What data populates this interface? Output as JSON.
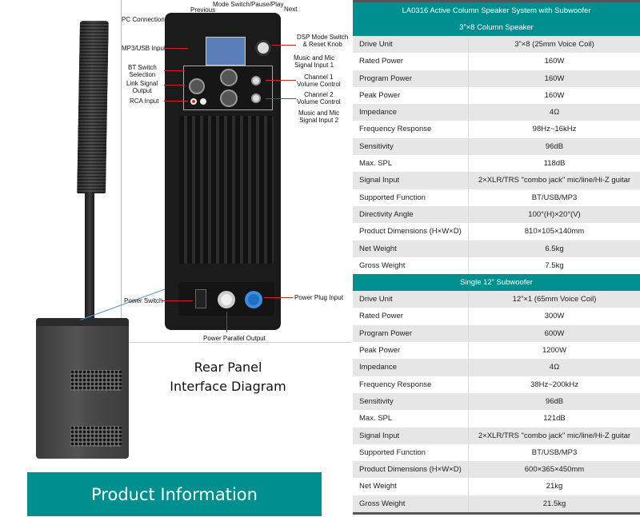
{
  "left": {
    "caption_line1": "Rear Panel",
    "caption_line2": "Interface Diagram",
    "banner": "Product Information",
    "callouts": {
      "pc_connection": "PC Connection",
      "previous": "Previous",
      "mode_switch": "Mode Switch/Pause/Play",
      "next": "Next",
      "mp3_usb": "MP3/USB Input",
      "dsp_line1": "DSP Mode Switch",
      "dsp_line2": "& Reset Knob",
      "bt_line1": "BT Switch",
      "bt_line2": "Selection",
      "music1_line1": "Music and Mic",
      "music1_line2": "Signal Input 1",
      "link_line1": "Link Signal",
      "link_line2": "Output",
      "ch1_line1": "Channel 1",
      "ch1_line2": "Volume Control",
      "rca": "RCA Input",
      "ch2_line1": "Channel 2",
      "ch2_line2": "Volume Control",
      "music2_line1": "Music and Mic",
      "music2_line2": "Signal Input 2",
      "power_switch": "Power Switch",
      "power_plug": "Power Plug Input",
      "power_parallel": "Power Parallel Output"
    }
  },
  "table": {
    "title": "LA0316  Active Column Speaker System with Subwoofer",
    "sections": [
      {
        "heading": "3”×8 Column Speaker",
        "rows": [
          {
            "k": "Drive Unit",
            "v": "3”×8 (25mm Voice Coil)"
          },
          {
            "k": "Rated Power",
            "v": "160W"
          },
          {
            "k": "Program Power",
            "v": "160W"
          },
          {
            "k": "Peak Power",
            "v": "160W"
          },
          {
            "k": "Impedance",
            "v": "4Ω"
          },
          {
            "k": "Frequency Response",
            "v": "98Hz~16kHz"
          },
          {
            "k": "Sensitivity",
            "v": "96dB"
          },
          {
            "k": "Max. SPL",
            "v": "118dB"
          },
          {
            "k": "Signal Input",
            "v": "2×XLR/TRS \"combo jack\" mic/line/Hi-Z guitar"
          },
          {
            "k": "Supported Function",
            "v": "BT/USB/MP3"
          },
          {
            "k": "Directivity Angle",
            "v": "100°(H)×20°(V)"
          },
          {
            "k": "Product Dimensions (H×W×D)",
            "v": "810×105×140mm"
          },
          {
            "k": "Net Weight",
            "v": "6.5kg"
          },
          {
            "k": "Gross Weight",
            "v": "7.5kg"
          }
        ]
      },
      {
        "heading": "Single 12” Subwoofer",
        "rows": [
          {
            "k": "Drive Unit",
            "v": "12”×1 (65mm Voice Coil)"
          },
          {
            "k": "Rated Power",
            "v": "300W"
          },
          {
            "k": "Program Power",
            "v": "600W"
          },
          {
            "k": "Peak Power",
            "v": "1200W"
          },
          {
            "k": "Impedance",
            "v": "4Ω"
          },
          {
            "k": "Frequency Response",
            "v": "38Hz~200kHz"
          },
          {
            "k": "Sensitivity",
            "v": "96dB"
          },
          {
            "k": "Max. SPL",
            "v": "121dB"
          },
          {
            "k": "Signal Input",
            "v": "2×XLR/TRS \"combo jack\" mic/line/Hi-Z guitar"
          },
          {
            "k": "Supported Function",
            "v": "BT/USB/MP3"
          },
          {
            "k": "Product Dimensions (H×W×D)",
            "v": "600×365×450mm"
          },
          {
            "k": "Net Weight",
            "v": "21kg"
          },
          {
            "k": "Gross Weight",
            "v": "21.5kg"
          }
        ]
      }
    ]
  },
  "colors": {
    "teal": "#008f8f",
    "row_stripe": "#e6e6e6",
    "callout_arrow": "#d42020",
    "pointer_line": "#4a90d9"
  }
}
